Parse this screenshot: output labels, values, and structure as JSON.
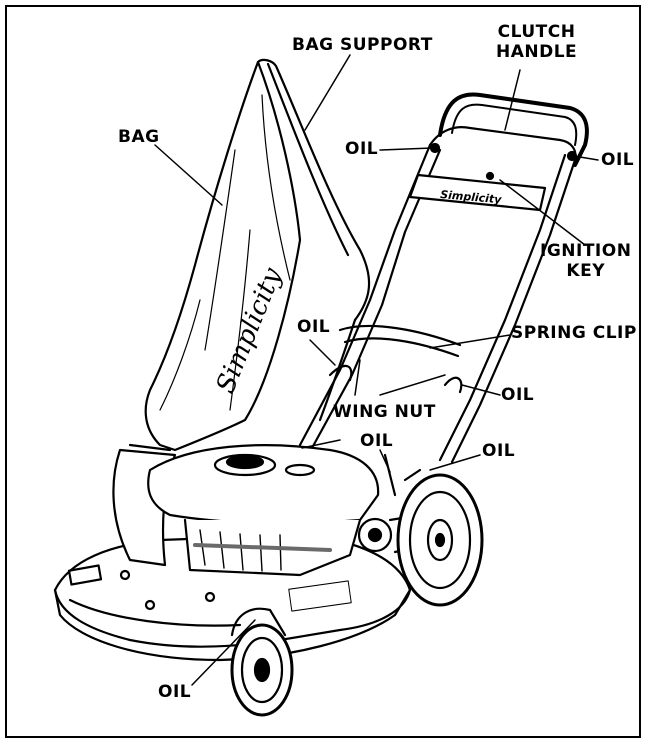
{
  "labels": {
    "bag_support": "BAG SUPPORT",
    "clutch_line1": "CLUTCH",
    "clutch_line2": "HANDLE",
    "bag": "BAG",
    "oil_top_left": "OIL",
    "oil_top_right": "OIL",
    "ignition_line1": "IGNITION",
    "ignition_line2": "KEY",
    "spring_clip": "SPRING CLIP",
    "oil_middle_left": "OIL",
    "oil_right": "OIL",
    "wing_nut": "WING NUT",
    "oil_engine": "OIL",
    "oil_wheel_right": "OIL",
    "oil_bottom": "OIL"
  },
  "brand_text": {
    "bag": "Simplicity",
    "handle_plate": "Simplicity"
  },
  "colors": {
    "ink": "#000000",
    "paper": "#ffffff",
    "shade": "#6a6a6a"
  }
}
